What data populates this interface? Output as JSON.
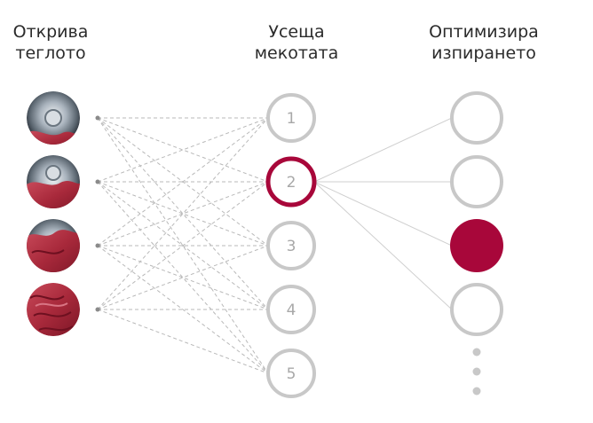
{
  "columns": [
    {
      "line1": "Открива",
      "line2": "теглото"
    },
    {
      "line1": "Усеща",
      "line2": "мекотата"
    },
    {
      "line1": "Оптимизира",
      "line2": "изпирането"
    }
  ],
  "input_levels": [
    "drum-empty",
    "drum-quarter",
    "drum-half",
    "drum-full"
  ],
  "softness_levels": [
    "1",
    "2",
    "3",
    "4",
    "5"
  ],
  "selected_softness": "2",
  "output_nodes": 4,
  "selected_output": 3,
  "colors": {
    "accent": "#a8073a",
    "circle_stroke": "#c8c8c8",
    "text": "#2b2b2b",
    "dashed_line": "#b9b9b9"
  }
}
